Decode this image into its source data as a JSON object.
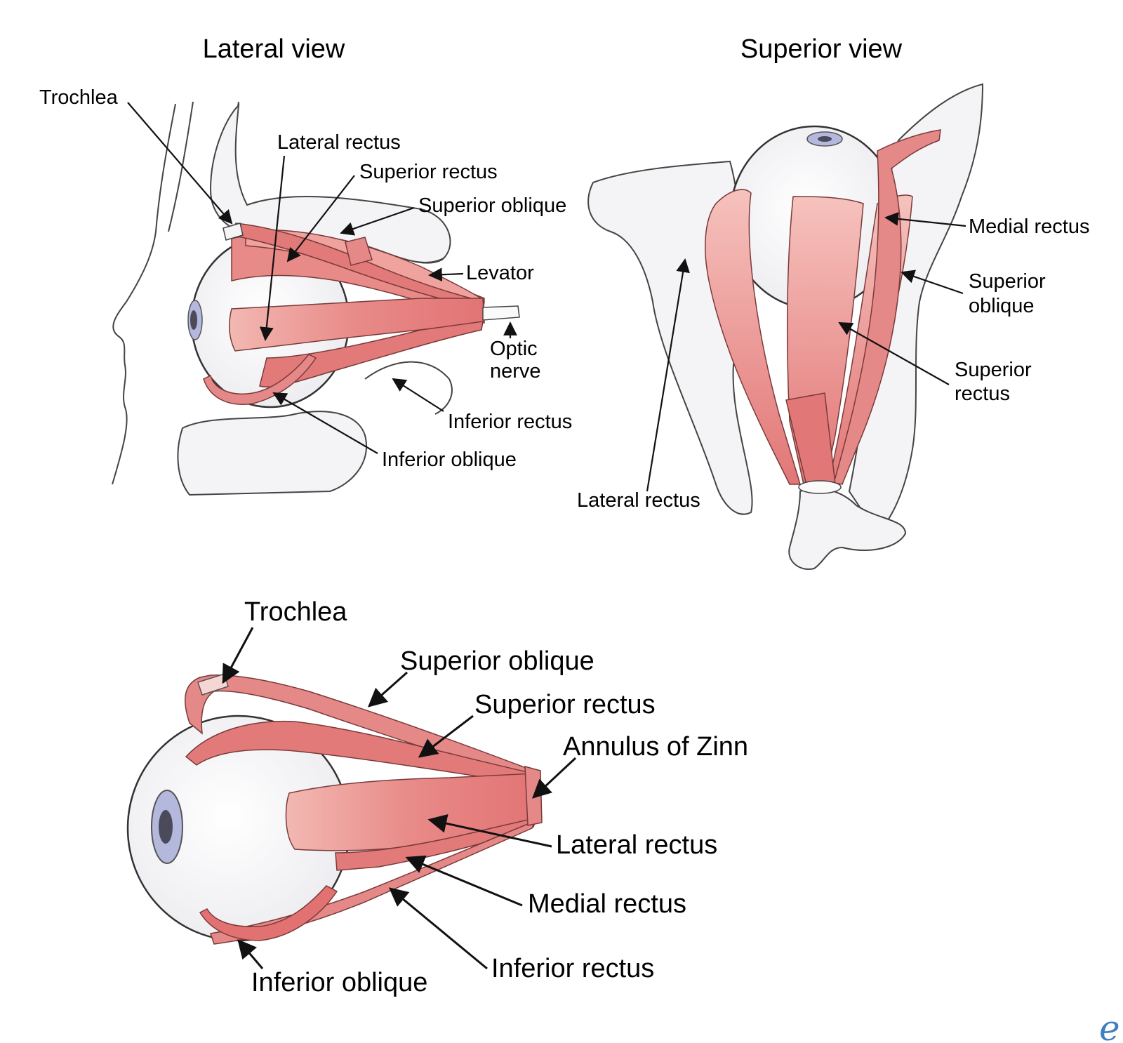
{
  "panels": {
    "lateral": {
      "title": "Lateral view",
      "labels": {
        "trochlea": "Trochlea",
        "lateral_rectus": "Lateral rectus",
        "superior_rectus": "Superior rectus",
        "superior_oblique": "Superior oblique",
        "levator": "Levator",
        "optic_nerve_1": "Optic",
        "optic_nerve_2": "nerve",
        "inferior_rectus": "Inferior rectus",
        "inferior_oblique": "Inferior oblique"
      }
    },
    "superior": {
      "title": "Superior view",
      "labels": {
        "medial_rectus": "Medial rectus",
        "superior_oblique_1": "Superior",
        "superior_oblique_2": "oblique",
        "superior_rectus_1": "Superior",
        "superior_rectus_2": "rectus",
        "lateral_rectus": "Lateral rectus"
      }
    },
    "isolated": {
      "labels": {
        "trochlea": "Trochlea",
        "superior_oblique": "Superior oblique",
        "superior_rectus": "Superior rectus",
        "annulus": "Annulus of Zinn",
        "lateral_rectus": "Lateral rectus",
        "medial_rectus": "Medial rectus",
        "inferior_rectus": "Inferior rectus",
        "inferior_oblique": "Inferior oblique"
      }
    }
  },
  "publisher_mark": "e",
  "colors": {
    "muscle": "#e58888",
    "muscle_light": "#f2b4b0",
    "muscle_dark": "#c85a5a",
    "bone": "#f4f4f6",
    "outline": "#333333",
    "iris": "#b4b8dd",
    "pupil": "#4a4a5a",
    "publisher": "#3f7fbf"
  }
}
